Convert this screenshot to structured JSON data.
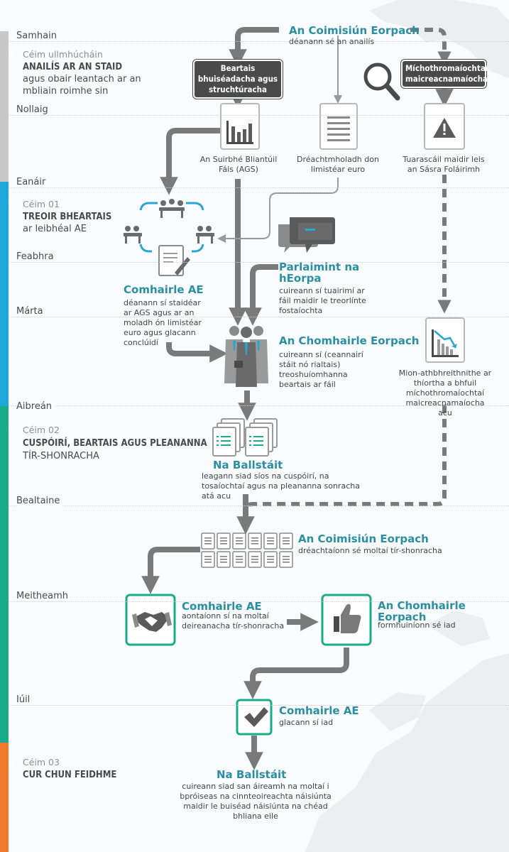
{
  "months": [
    "Samhain",
    "Nollaig",
    "Eanáir",
    "Feabhra",
    "Márta",
    "Aibreán",
    "Bealtaine",
    "Meitheamh",
    "Iúil"
  ],
  "colors": {
    "prep": "#c8c8c8",
    "step1": "#1ea7d9",
    "step2": "#1aac8a",
    "step3": "#f07a2c",
    "heading": "#2a8fa1",
    "dark": "#4a4a4a",
    "arrow": "#7a7a7a"
  },
  "steps": {
    "prep": {
      "num": "Céim ullmhúcháin",
      "title": "ANAILÍS AR AN STAID",
      "sub": "agus obair leantach ar an mbliain roimhe sin"
    },
    "s1": {
      "num": "Céim 01",
      "title": "TREOIR BHEARTAIS",
      "sub": "ar leibhéal AE"
    },
    "s2": {
      "num": "Céim 02",
      "title": "CUSPÓIRÍ, BEARTAIS AGUS PLEANANNA",
      "sub": "TÍR-SHONRACHA"
    },
    "s3": {
      "num": "Céim 03",
      "title": "CUR CHUN FEIDHME"
    }
  },
  "nodes": {
    "commission_top": {
      "title": "An Coimisiún Eorpach",
      "desc": "déanann sé an anailís"
    },
    "tag_budget": "Beartais bhuiséadacha agus struchtúracha",
    "tag_macro": "Míchothromaíochtaí maicreacnamaíocha",
    "ags": "An Suirbhé Bliantúil Fáis (AGS)",
    "euro": "Dréachtmholadh don limistéar euro",
    "alert": "Tuarascáil maidir leis an Sásra Foláirimh",
    "council1": {
      "title": "Comhairle AE",
      "desc": "déanann sí staidéar ar AGS agus ar an moladh ón limistéar euro agus glacann conclúidí"
    },
    "parliament": {
      "title": "Parlaimint na hEorpa",
      "desc": "cuireann sí tuairimí ar fáil maidir le treorlínte fostaíochta"
    },
    "euco1": {
      "title": "An Chomhairle Eorpach",
      "desc": "cuireann sí (ceannairí stáit nó rialtais) treoshuíomhanna beartais ar fáil"
    },
    "review": "Mion-athbhreithnithe ar thíortha a bhfuil míchothromaíochtaí maicreacnamaíocha acu",
    "ms1": {
      "title": "Na Ballstáit",
      "desc": "leagann siad síos na cuspóirí, na tosaíochtaí agus na pleananna sonracha atá acu"
    },
    "commission2": {
      "title": "An Coimisiún Eorpach",
      "desc": "dréachtaíonn sé moltaí tír-shonracha"
    },
    "council2": {
      "title": "Comhairle AE",
      "desc": "aontaíonn sí na moltaí deireanacha tír-shonracha"
    },
    "euco2": {
      "title": "An Chomhairle Eorpach",
      "desc": "formhuiníonn sé iad"
    },
    "council3": {
      "title": "Comhairle AE",
      "desc": "glacann sí iad"
    },
    "ms2": {
      "title": "Na Ballstáit",
      "desc": "cuireann siad san áireamh na moltaí i bpróiseas na cinnteoireachta náisiúnta maidir le buiséad náisiúnta na chéad bhliana eile"
    }
  },
  "icons": [
    "magnifier-icon",
    "bar-chart-icon",
    "document-icon",
    "warning-icon",
    "meeting-icon",
    "speech-bubbles-icon",
    "people-icon",
    "declining-chart-icon",
    "documents-icon",
    "grid-icon",
    "handshake-icon",
    "thumbs-up-icon",
    "checkmark-icon",
    "europe-map-icon"
  ]
}
